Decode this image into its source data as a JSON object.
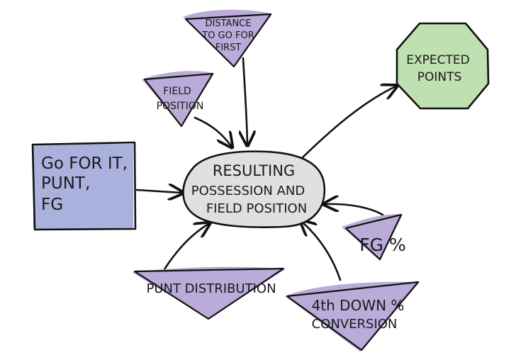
{
  "nodes": {
    "decision": {
      "lines": [
        "Go FOR IT,",
        "PUNT,",
        "FG"
      ]
    },
    "distance": {
      "lines": [
        "DISTANCE",
        "TO GO FOR",
        "FIRST"
      ]
    },
    "field_position": {
      "lines": [
        "FIELD",
        "POSITION"
      ]
    },
    "resulting": {
      "lines": [
        "RESULTING",
        "POSSESSION AND",
        "FIELD POSITION"
      ]
    },
    "expected_points": {
      "lines": [
        "EXPECTED",
        "POINTS"
      ]
    },
    "fg": {
      "label": "FG %"
    },
    "punt_distribution": {
      "label": "PUNT DISTRIBUTION"
    },
    "conversion": {
      "lines": [
        "4th DOWN %",
        "CONVERSION"
      ]
    }
  },
  "colors": {
    "decision_fill": "#aab1dc",
    "triangle_fill": "#b6a6d6",
    "resulting_fill": "#e0e0e0",
    "expected_fill": "#bfe0b0",
    "ink": "#111111"
  }
}
